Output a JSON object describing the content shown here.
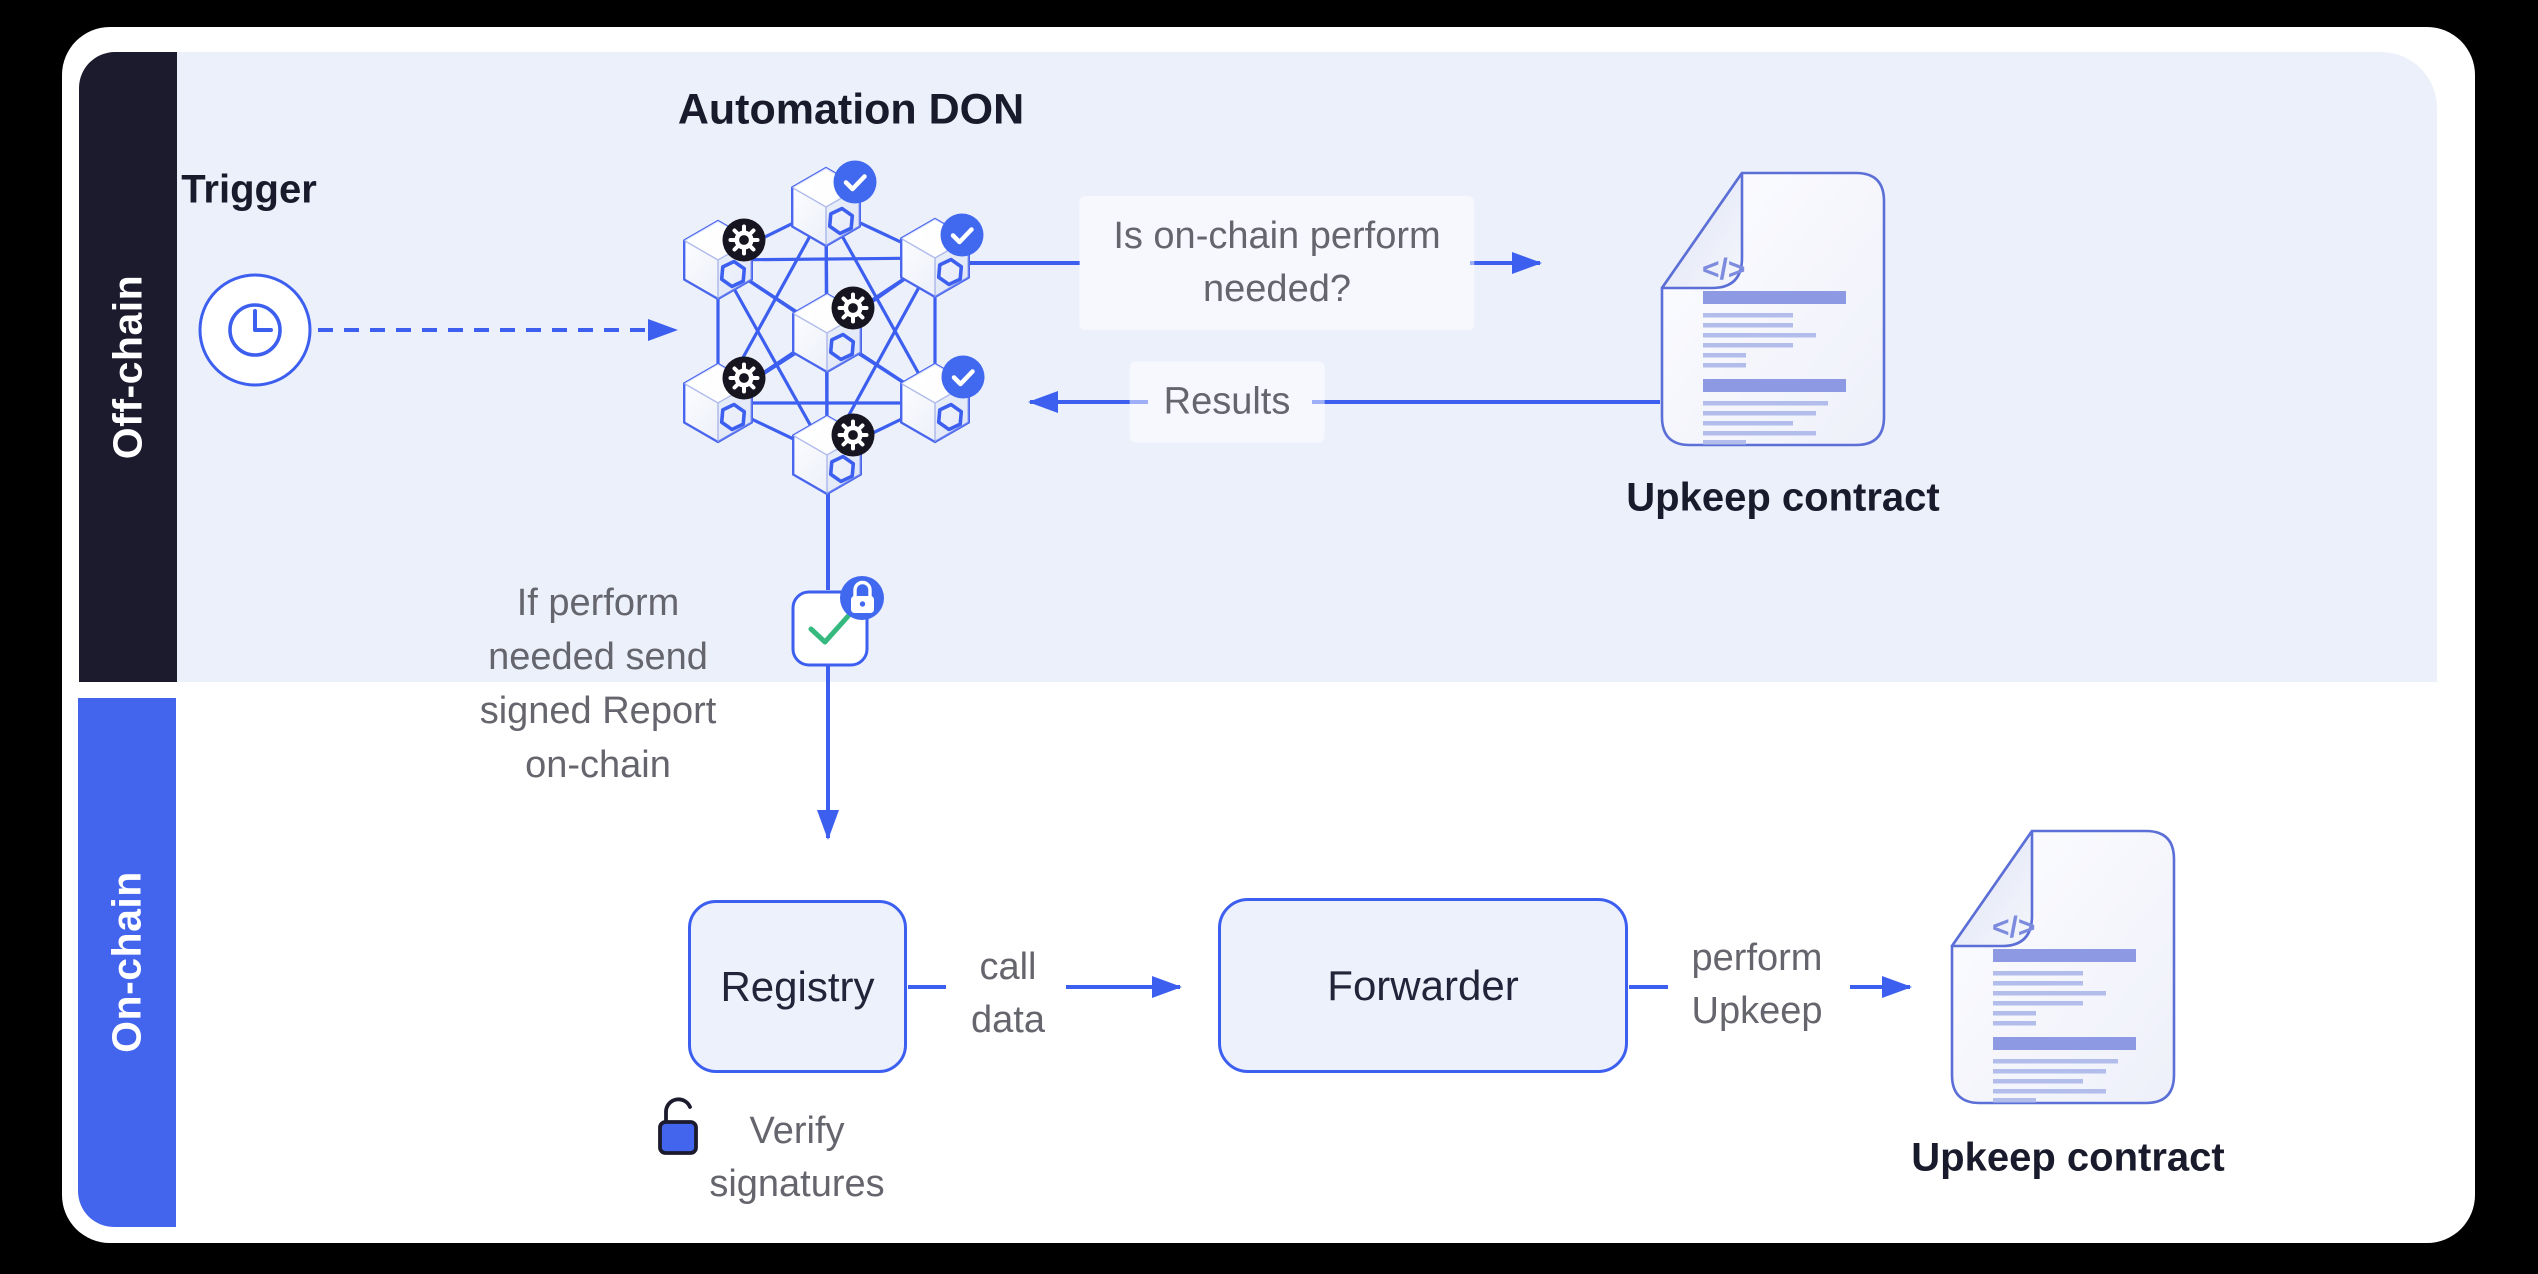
{
  "colors": {
    "accent_blue": "#3d5ff0",
    "badge_blue": "#4169ef",
    "sidebar_navy": "#1c1b2e",
    "sidebar_blue": "#4365ee",
    "panel_lavender": "#ecf0fb",
    "success_green": "#35b97e",
    "text_dark": "#191a2b",
    "text_gray": "#65656d"
  },
  "sidebar": {
    "offchain_label": "Off-chain",
    "onchain_label": "On-chain"
  },
  "offchain": {
    "trigger_label": "Trigger",
    "don_title": "Automation DON",
    "question_line1": "Is on-chain perform",
    "question_line2": "needed?",
    "results_label": "Results",
    "upkeep_contract_label": "Upkeep contract"
  },
  "report_note": {
    "line1": "If perform",
    "line2": "needed send",
    "line3": "signed Report",
    "line4": "on-chain"
  },
  "onchain": {
    "registry_label": "Registry",
    "call_data_line1": "call",
    "call_data_line2": "data",
    "forwarder_label": "Forwarder",
    "perform_line1": "perform",
    "perform_line2": "Upkeep",
    "verify_line1": "Verify",
    "verify_line2": "signatures",
    "upkeep_contract_label": "Upkeep contract"
  },
  "icons": {
    "code_glyph": "</>"
  }
}
